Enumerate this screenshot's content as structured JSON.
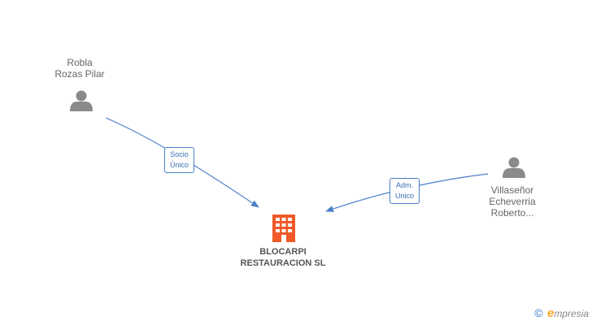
{
  "persons": [
    {
      "id": "robla",
      "lines": [
        "Robla",
        "Rozas Pilar"
      ]
    },
    {
      "id": "villasenor",
      "lines": [
        "Villaseñor",
        "Echeverria",
        "Roberto..."
      ]
    }
  ],
  "company": {
    "lines": [
      "BLOCARPI",
      "RESTAURACION SL"
    ]
  },
  "relations": [
    {
      "from": "robla",
      "lines": [
        "Socio",
        "Único"
      ]
    },
    {
      "from": "villasenor",
      "lines": [
        "Adm.",
        "Unico"
      ]
    }
  ],
  "colors": {
    "person_icon": "#8a8a8a",
    "company_icon": "#f05a28",
    "edge": "#4a7fc9"
  },
  "brand": {
    "copyright": "©",
    "initial": "e",
    "name": "mpresia"
  }
}
